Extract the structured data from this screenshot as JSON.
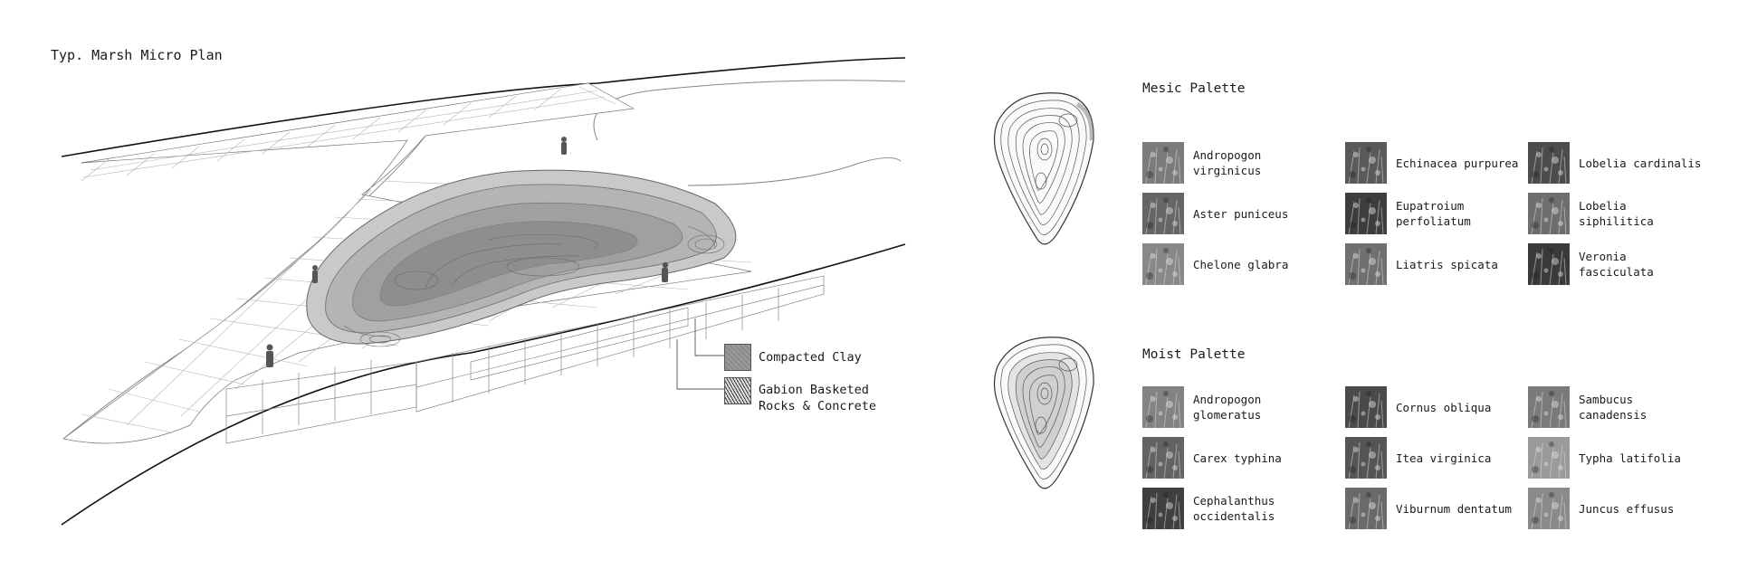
{
  "plan": {
    "title": "Typ. Marsh Micro Plan"
  },
  "legend": [
    {
      "key": "compacted-clay",
      "label": "Compacted Clay"
    },
    {
      "key": "gabion",
      "label": "Gabion Basketed Rocks & Concrete"
    }
  ],
  "mesic": {
    "title": "Mesic Palette",
    "plants": [
      {
        "name": "Andropogon virginicus",
        "tone": "#7b7b7b"
      },
      {
        "name": "Echinacea purpurea",
        "tone": "#5a5a5a"
      },
      {
        "name": "Lobelia cardinalis",
        "tone": "#4c4c4c"
      },
      {
        "name": "Aster puniceus",
        "tone": "#666666"
      },
      {
        "name": "Eupatroium perfoliatum",
        "tone": "#3d3d3d"
      },
      {
        "name": "Lobelia siphilitica",
        "tone": "#6e6e6e"
      },
      {
        "name": "Chelone glabra",
        "tone": "#888888"
      },
      {
        "name": "Liatris spicata",
        "tone": "#707070"
      },
      {
        "name": "Veronia fasciculata",
        "tone": "#3a3a3a"
      }
    ]
  },
  "moist": {
    "title": "Moist Palette",
    "plants": [
      {
        "name": "Andropogon glomeratus",
        "tone": "#838383"
      },
      {
        "name": "Cornus obliqua",
        "tone": "#4a4a4a"
      },
      {
        "name": "Sambucus canadensis",
        "tone": "#7a7a7a"
      },
      {
        "name": "Carex typhina",
        "tone": "#636363"
      },
      {
        "name": "Itea virginica",
        "tone": "#555555"
      },
      {
        "name": "Typha latifolia",
        "tone": "#9a9a9a"
      },
      {
        "name": "Cephalanthus occidentalis",
        "tone": "#404040"
      },
      {
        "name": "Viburnum dentatum",
        "tone": "#6a6a6a"
      },
      {
        "name": "Juncus effusus",
        "tone": "#8a8a8a"
      }
    ]
  }
}
